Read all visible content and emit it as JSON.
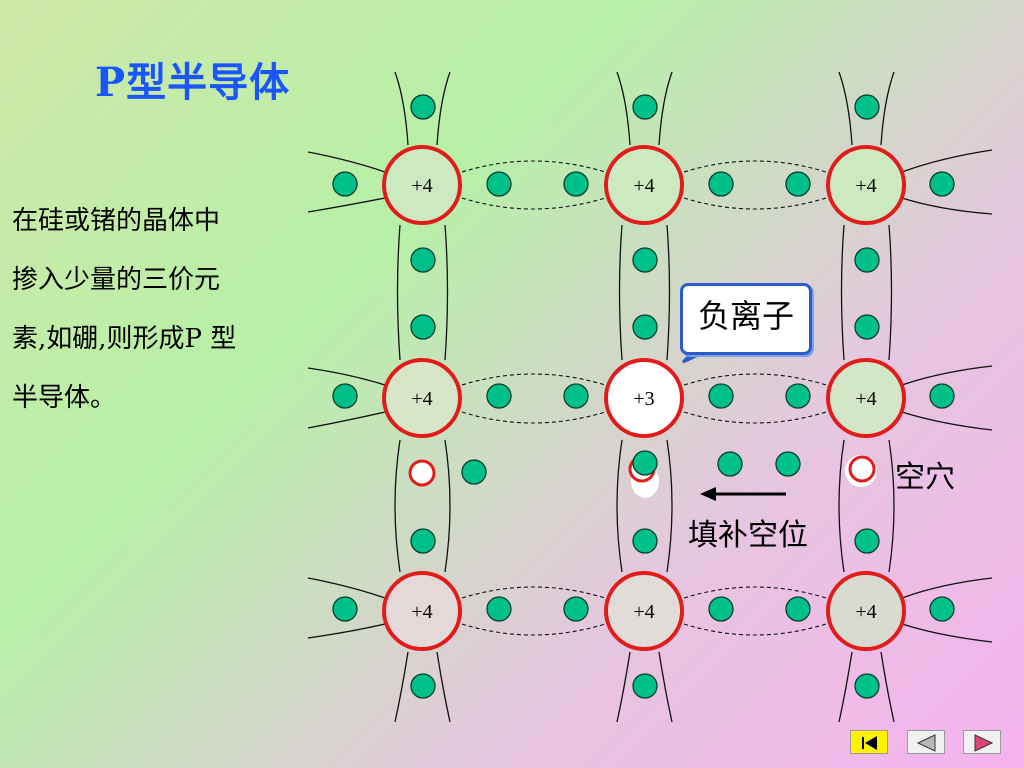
{
  "title": "P型半导体",
  "description": [
    "在硅或锗的晶体中",
    "掺入少量的三价元",
    "素,如硼,则形成P 型",
    "半导体。"
  ],
  "atoms": [
    [
      "+4",
      "+4",
      "+4"
    ],
    [
      "+4",
      "+3",
      "+4"
    ],
    [
      "+4",
      "+4",
      "+4"
    ]
  ],
  "callout": "负离子",
  "labels": {
    "hole": "空穴",
    "fill_vacancy": "填补空位"
  },
  "colors": {
    "title": "#1a55ff",
    "electron": "#00c08a",
    "atom_ring": "#e21b1b",
    "callout_border": "#2e5cc6"
  },
  "nav": [
    "first-slide-icon",
    "prev-slide-icon",
    "next-slide-icon"
  ]
}
